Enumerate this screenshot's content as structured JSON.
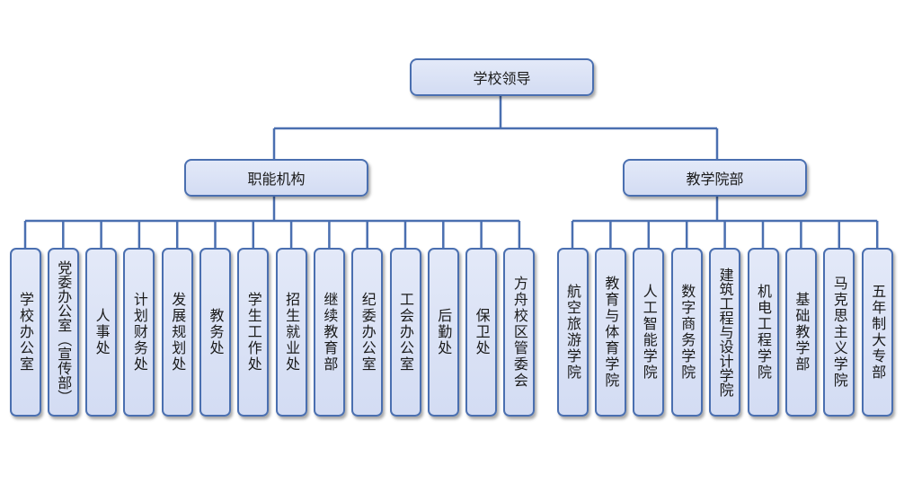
{
  "root": {
    "label": "学校领导"
  },
  "groups": [
    {
      "label": "职能机构",
      "children": [
        "学校办公室",
        "党委办公室（宣传部）",
        "人事处",
        "计划财务处",
        "发展规划处",
        "教务处",
        "学生工作处",
        "招生就业处",
        "继续教育部",
        "纪委办公室",
        "工会办公室",
        "后勤处",
        "保卫处",
        "方舟校区管委会"
      ]
    },
    {
      "label": "教学院部",
      "children": [
        "航空旅游学院",
        "教育与体育学院",
        "人工智能学院",
        "数字商务学院",
        "建筑工程与设计学院",
        "机电工程学院",
        "基础教学部",
        "马克思主义学院",
        "五年制大专部"
      ]
    }
  ],
  "colors": {
    "node_fill": "#dbe2f6",
    "node_border": "#4a6fb0",
    "connector": "#4a6fb0"
  }
}
